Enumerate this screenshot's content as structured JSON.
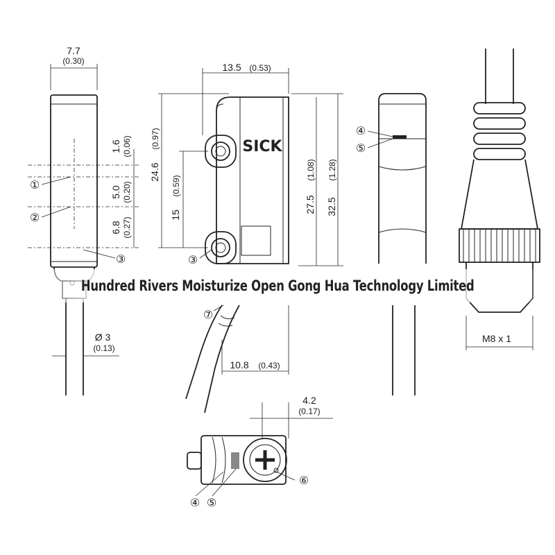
{
  "dimensions": {
    "width_main": "7.7",
    "width_main_in": "(0.30)",
    "width_top": "13.5",
    "width_top_in": "(0.53)",
    "d1": "1.6",
    "d1_in": "(0.06)",
    "d2": "5.0",
    "d2_in": "(0.20)",
    "d3": "6.8",
    "d3_in": "(0.27)",
    "h1": "24.6",
    "h1_in": "(0.97)",
    "h2": "15",
    "h2_in": "(0.59)",
    "h3": "27.5",
    "h3_in": "(1.08)",
    "h4": "32.5",
    "h4_in": "(1.28)",
    "cable_d": "Ø 3",
    "cable_d_in": "(0.13)",
    "bottom_w": "10.8",
    "bottom_w_in": "(0.43)",
    "side_w": "4.2",
    "side_w_in": "(0.17)",
    "thread": "M8 x 1"
  },
  "callouts": {
    "c1": "①",
    "c2": "②",
    "c3": "③",
    "c3b": "③",
    "c4": "④",
    "c5": "⑤",
    "c4b": "④",
    "c5b": "⑤",
    "c6": "⑥",
    "c7": "⑦"
  },
  "logo": "SICK",
  "watermark": "Hundred Rivers Moisturize Open Gong Hua Technology Limited"
}
